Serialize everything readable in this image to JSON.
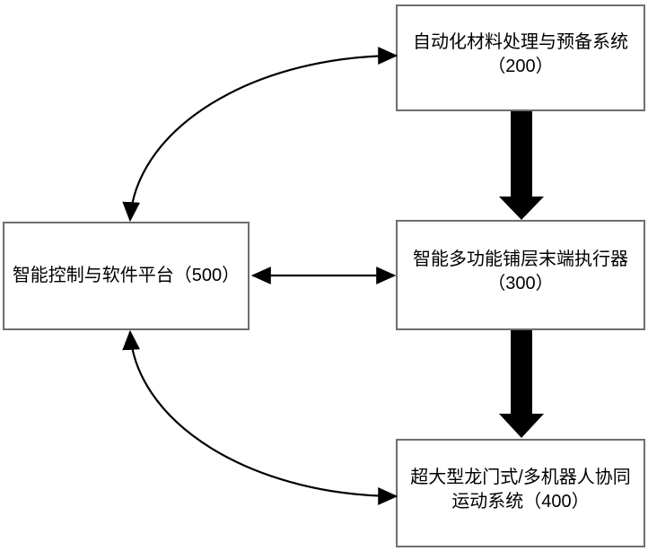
{
  "figure": {
    "colors": {
      "background": "#ffffff",
      "box_border": "#6e6e6e",
      "arrow": "#000000",
      "text": "#000000"
    },
    "boxes": {
      "materials": {
        "line1": "自动化材料处理与预备系统",
        "line2": "（200）"
      },
      "effector": {
        "line1": "智能多功能铺层末端执行器",
        "line2": "（300）"
      },
      "gantry": {
        "line1": "超大型龙门式/多机器人协同",
        "line2": "运动系统（400）"
      },
      "platform": {
        "line1": "智能控制与软件平台（500）"
      }
    },
    "connections": [
      {
        "from": "智能控制与软件平台（500）",
        "to": "自动化材料处理与预备系统（200）",
        "style": "thin-curved",
        "bidirectional": true
      },
      {
        "from": "自动化材料处理与预备系统（200）",
        "to": "智能多功能铺层末端执行器（300）",
        "style": "thick-block",
        "bidirectional": false
      },
      {
        "from": "智能控制与软件平台（500）",
        "to": "智能多功能铺层末端执行器（300）",
        "style": "thin-straight",
        "bidirectional": true
      },
      {
        "from": "智能多功能铺层末端执行器（300）",
        "to": "超大型龙门式/多机器人协同运动系统（400）",
        "style": "thick-block",
        "bidirectional": false
      },
      {
        "from": "智能控制与软件平台（500）",
        "to": "超大型龙门式/多机器人协同运动系统（400）",
        "style": "thin-curved",
        "bidirectional": true
      }
    ]
  }
}
